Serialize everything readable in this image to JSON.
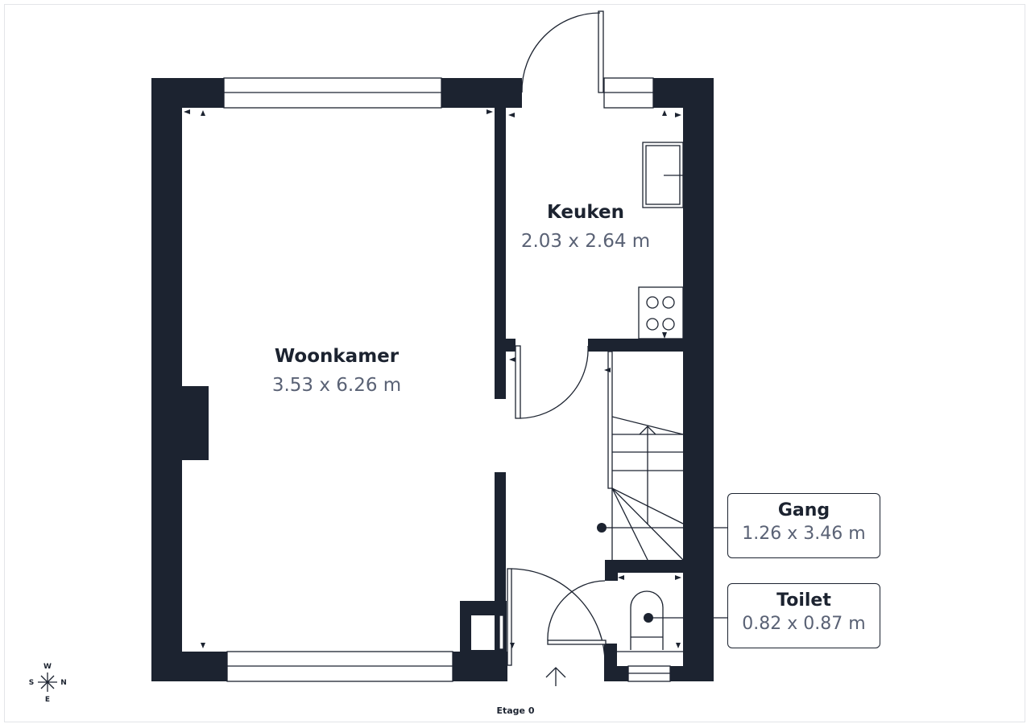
{
  "floor_label": "Etage 0",
  "compass": {
    "north": "N",
    "south": "S",
    "east": "E",
    "west": "W"
  },
  "rooms": {
    "woonkamer": {
      "name": "Woonkamer",
      "dims": "3.53 x 6.26 m"
    },
    "keuken": {
      "name": "Keuken",
      "dims": "2.03 x 2.64 m"
    },
    "gang": {
      "name": "Gang",
      "dims": "1.26 x 3.46 m"
    },
    "toilet": {
      "name": "Toilet",
      "dims": "0.82 x 0.87 m"
    }
  },
  "colors": {
    "wall": "#1c2330",
    "dims_text": "#5a6275"
  }
}
